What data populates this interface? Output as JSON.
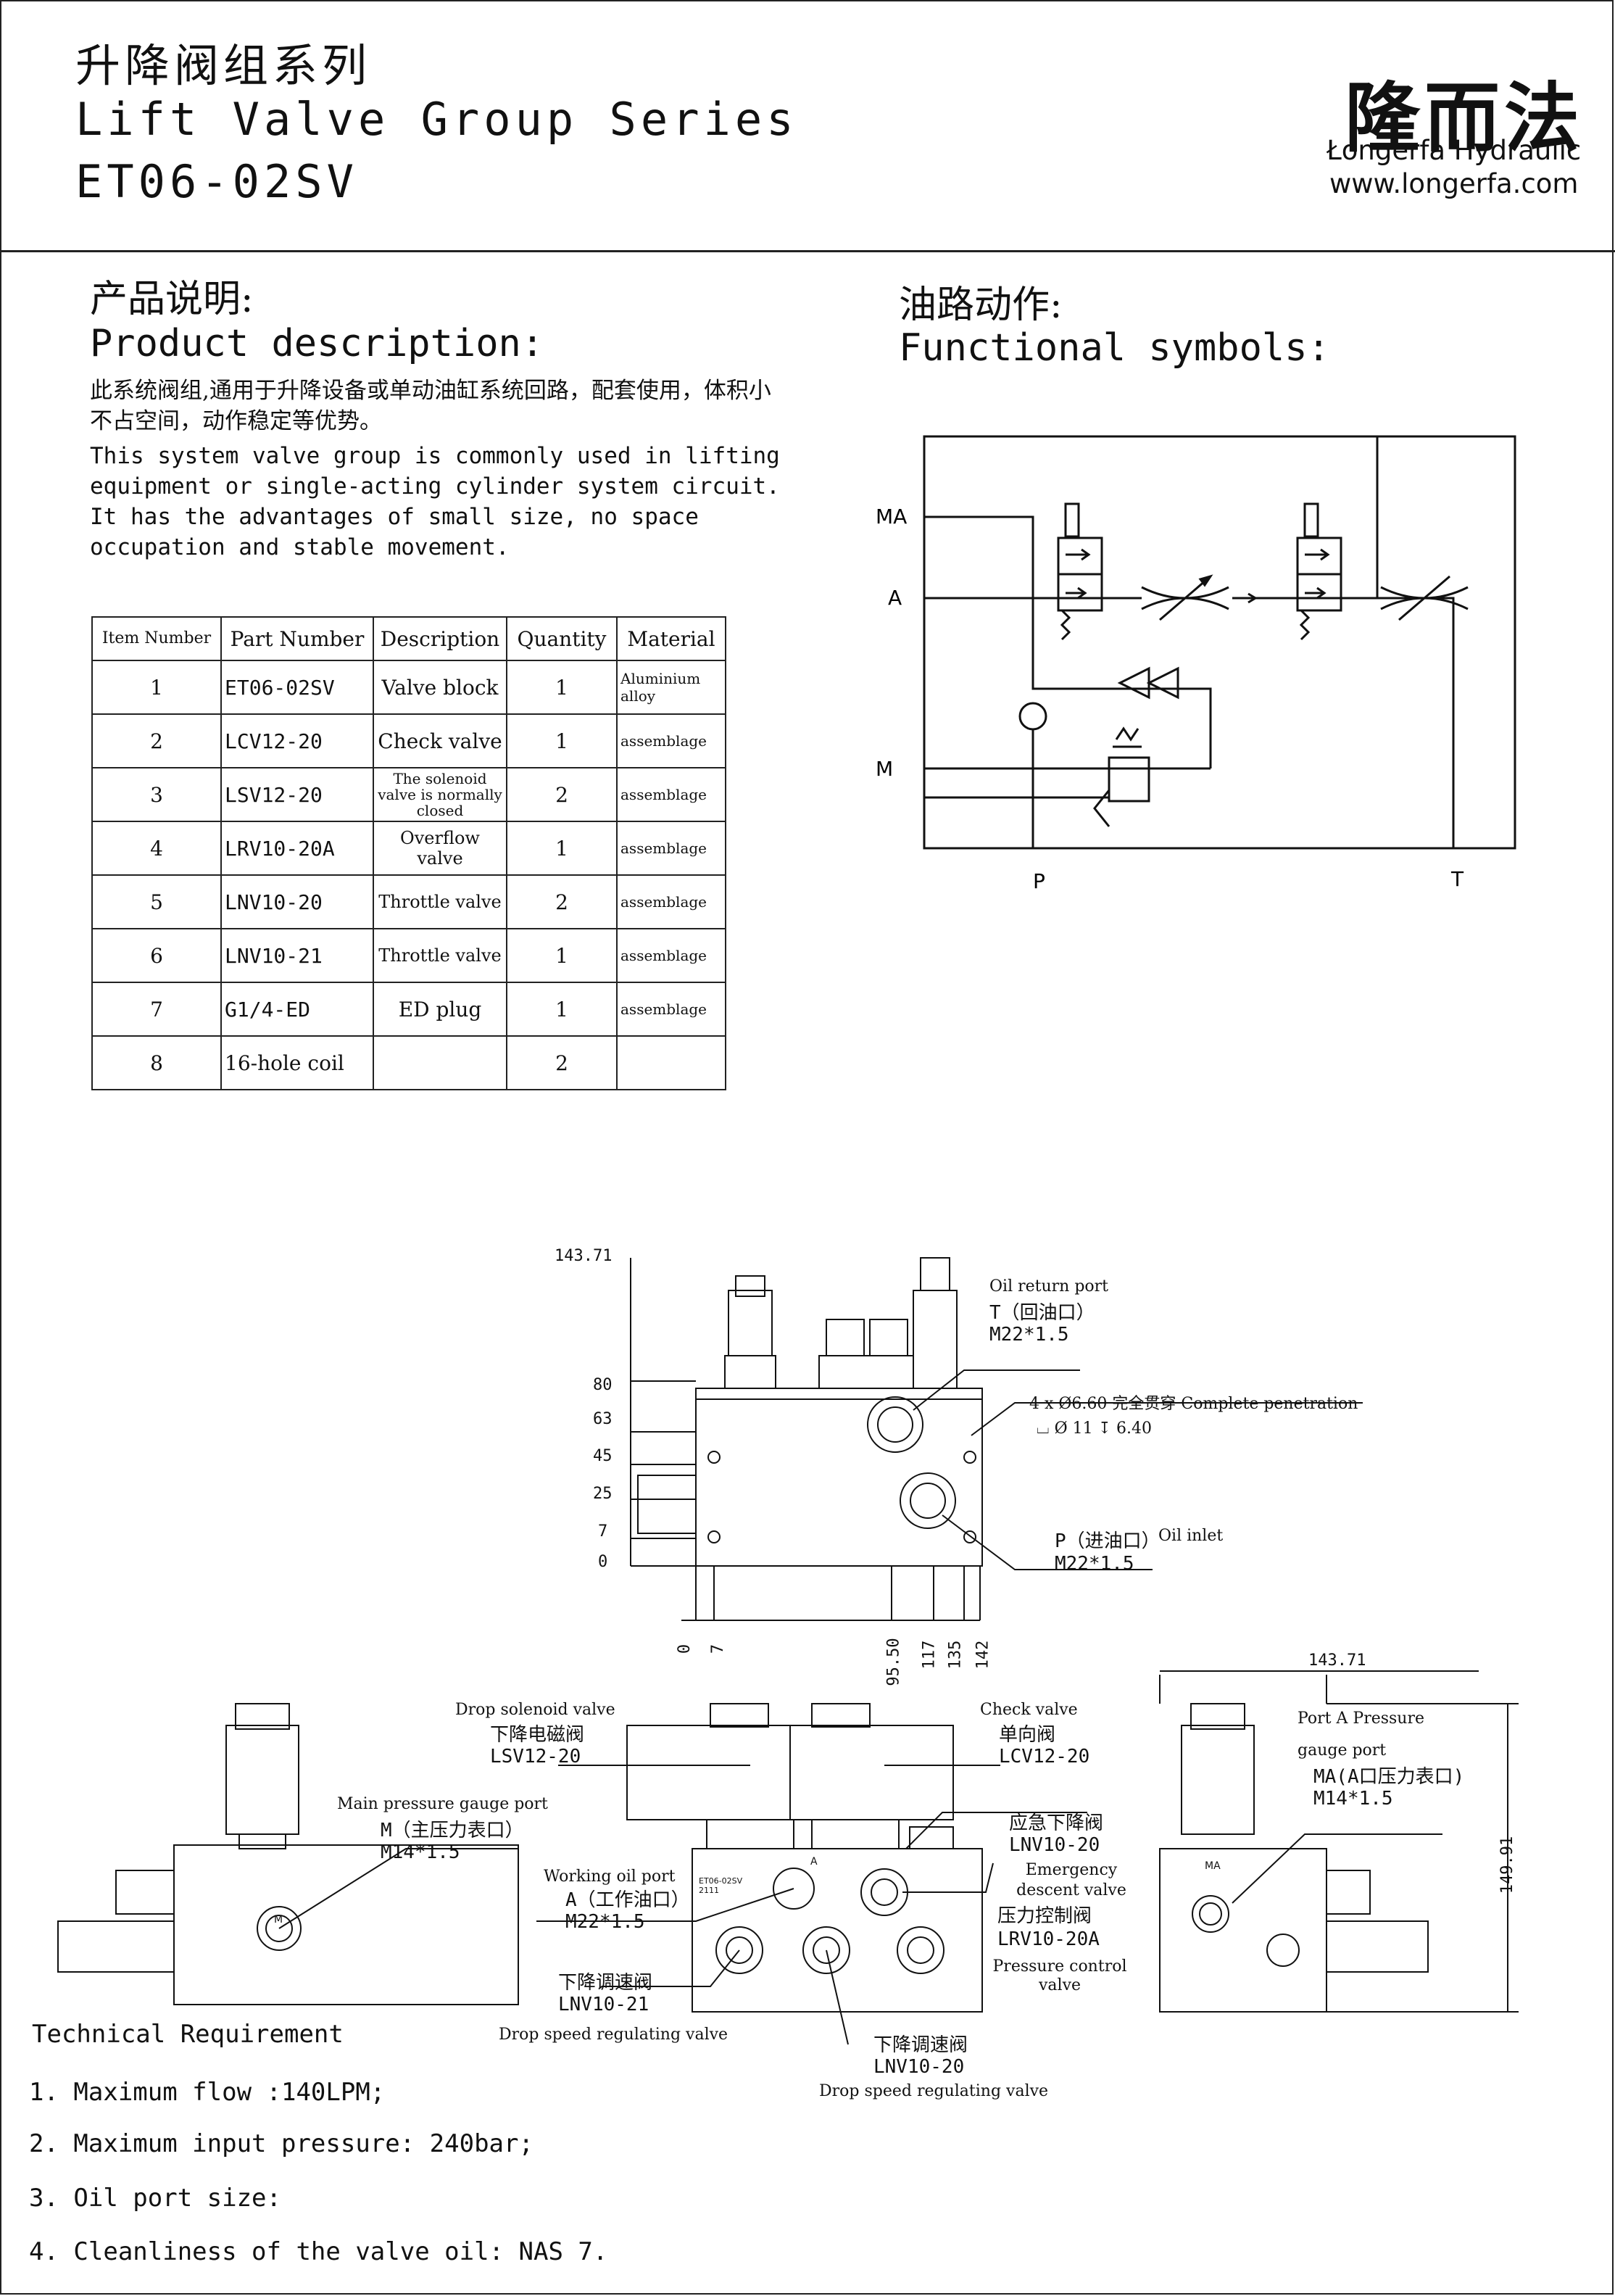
{
  "header": {
    "title_cn": "升降阀组系列",
    "title_en": "Lift Valve Group Series",
    "model": "ET06-02SV",
    "brand_cn": "隆而法",
    "brand_en": "Łongerfa Hydraulic",
    "website": "www.longerfa.com"
  },
  "description": {
    "heading_cn": "产品说明:",
    "heading_en": "Product description:",
    "text_cn": "此系统阀组,通用于升降设备或单动油缸系统回路，配套使用，体积小不占空间，动作稳定等优势。",
    "text_en": "This system valve group is commonly used in lifting equipment or single-acting cylinder system circuit. It has the advantages of small size, no space occupation and stable movement."
  },
  "symbols": {
    "heading_cn": "油路动作:",
    "heading_en": "Functional symbols:",
    "ports": {
      "ma": "MA",
      "a": "A",
      "m": "M",
      "p": "P",
      "t": "T"
    }
  },
  "parts_table": {
    "headers": [
      "Item Number",
      "Part Number",
      "Description",
      "Quantity",
      "Material"
    ],
    "rows": [
      [
        "1",
        "ET06-02SV",
        "Valve block",
        "1",
        "Aluminium alloy"
      ],
      [
        "2",
        "LCV12-20",
        "Check valve",
        "1",
        "assemblage"
      ],
      [
        "3",
        "LSV12-20",
        "The solenoid valve is normally closed",
        "2",
        "assemblage"
      ],
      [
        "4",
        "LRV10-20A",
        "Overflow valve",
        "1",
        "assemblage"
      ],
      [
        "5",
        "LNV10-20",
        "Throttle valve",
        "2",
        "assemblage"
      ],
      [
        "6",
        "LNV10-21",
        "Throttle valve",
        "1",
        "assemblage"
      ],
      [
        "7",
        "G1/4-ED",
        "ED plug",
        "1",
        "assemblage"
      ],
      [
        "8",
        "16-hole coil",
        "",
        "2",
        ""
      ]
    ]
  },
  "drawing": {
    "dims": {
      "height_total": "143.71",
      "y_80": "80",
      "y_63": "63",
      "y_45": "45",
      "y_25": "25",
      "y_7": "7",
      "y_0": "0",
      "x_0": "0",
      "x_7": "7",
      "x_95_50": "95.50",
      "x_117": "117",
      "x_135": "135",
      "x_142": "142",
      "side_width": "143.71",
      "side_height": "149.91"
    },
    "callouts": {
      "t_port_en": "Oil return port",
      "t_port_cn": "T（回油口）",
      "t_port_size": "M22*1.5",
      "holes": "4 x Ø6.60 完全贯穿 Complete penetration",
      "holes_cb": "⌴ Ø 11 ↧ 6.40",
      "p_port_cn": "P（进油口）",
      "p_port_en": "Oil inlet",
      "p_port_size": "M22*1.5",
      "drop_sol_en": "Drop solenoid valve",
      "drop_sol_cn": "下降电磁阀",
      "drop_sol_pn": "LSV12-20",
      "check_en": "Check valve",
      "check_cn": "单向阀",
      "check_pn": "LCV12-20",
      "main_gauge_en": "Main pressure gauge port",
      "main_gauge_cn": "M（主压力表口）",
      "main_gauge_size": "M14*1.5",
      "work_port_en": "Working oil port",
      "work_port_cn": "A（工作油口）",
      "work_port_size": "M22*1.5",
      "emerg_cn": "应急下降阀",
      "emerg_pn": "LNV10-20",
      "emerg_en": "Emergency descent valve",
      "press_ctrl_cn": "压力控制阀",
      "press_ctrl_pn": "LRV10-20A",
      "press_ctrl_en": "Pressure control valve",
      "drop_speed1_cn": "下降调速阀",
      "drop_speed1_pn": "LNV10-21",
      "drop_speed1_en": "Drop speed regulating valve",
      "drop_speed2_cn": "下降调速阀",
      "drop_speed2_pn": "LNV10-20",
      "drop_speed2_en": "Drop speed regulating valve",
      "porta_en1": "Port A Pressure",
      "porta_en2": "gauge port",
      "porta_cn": "MA(A口压力表口)",
      "porta_size": "M14*1.5",
      "port_m_mark": "M",
      "port_ma_mark": "MA",
      "port_a_mark": "A",
      "block_marking": "ET06-02SV 2111"
    }
  },
  "requirements": {
    "heading": "Technical Requirement",
    "items": [
      "1. Maximum flow :140LPM;",
      "2. Maximum input pressure: 240bar;",
      "3. Oil port size:",
      "4. Cleanliness of the valve oil: NAS 7."
    ]
  }
}
